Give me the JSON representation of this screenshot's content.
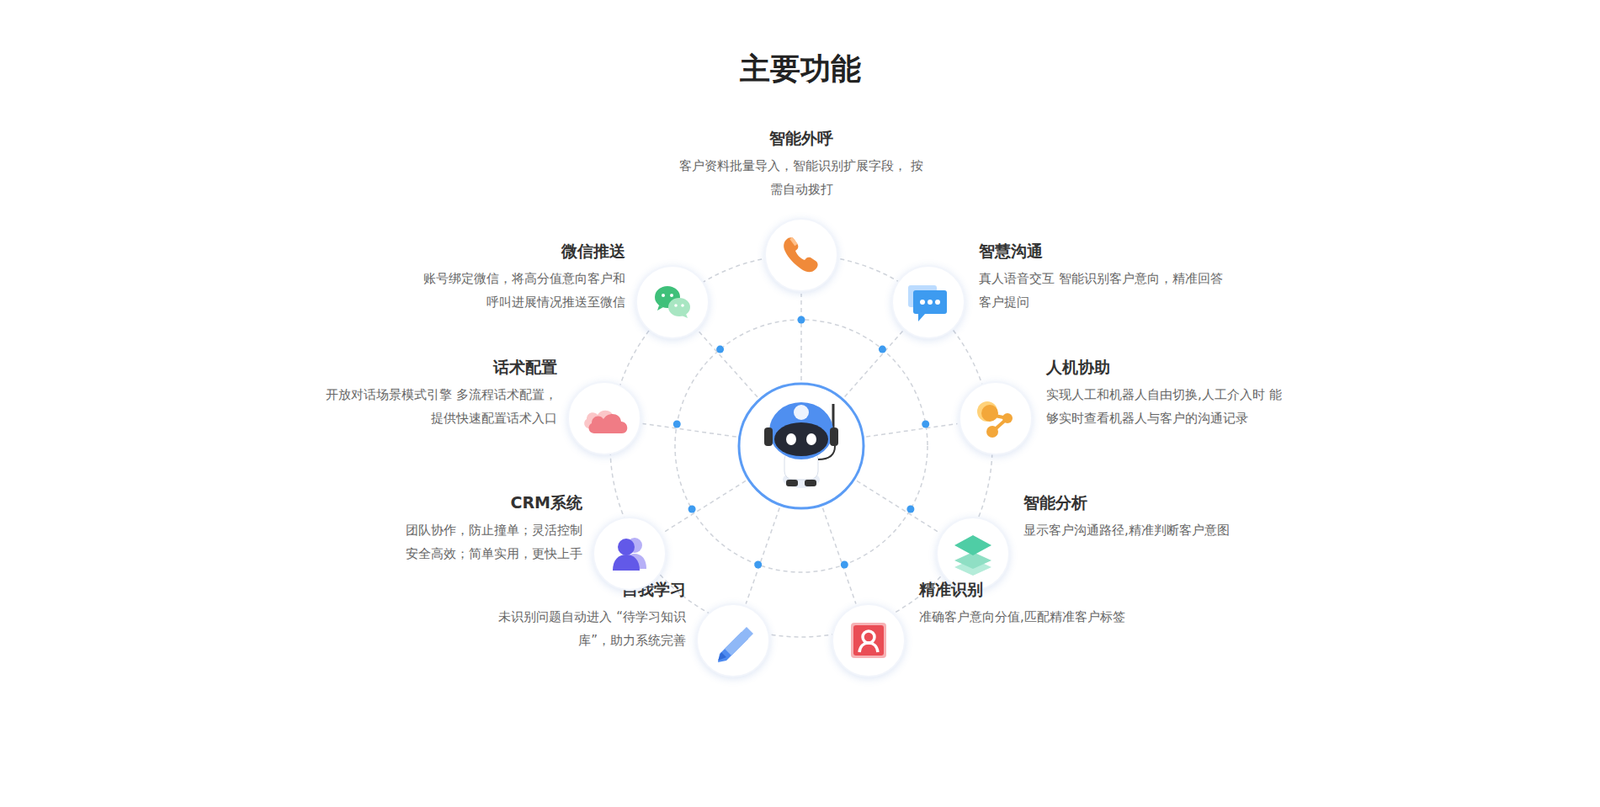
{
  "diagram": {
    "title": "主要功能",
    "nodes": [
      {
        "text": [
          "智能外呼",
          "客户资料批量导入，智能识别扩展字段， 按需自动拨打"
        ]
      },
      {
        "text": [
          "智慧沟通",
          "真人语音交互 智能识别客户意向，精准回答客户提问"
        ]
      },
      {
        "text": [
          "人机协助",
          "实现人工和机器人自由切换,人工介入时 能够实时查看机器人与客户的沟通记录"
        ]
      },
      {
        "text": [
          "智能分析",
          "显示客户沟通路径,精准判断客户意图"
        ]
      },
      {
        "text": [
          "精准识别",
          "准确客户意向分值,匹配精准客户标签"
        ]
      },
      {
        "text": [
          "自我学习",
          "未识别问题自动进入 “待学习知识库”，助力系统完善"
        ]
      },
      {
        "text": [
          "CRM系统",
          "团队协作，防止撞单；灵活控制 安全高效；简单实用，更快上手"
        ]
      },
      {
        "text": [
          "话术配置",
          "开放对话场景模式引擎 多流程话术配置，提供快速配置话术入口"
        ]
      },
      {
        "text": [
          "微信推送",
          "账号绑定微信，将高分值意向客户和 呼叫进展情况推送至微信"
        ]
      }
    ]
  }
}
